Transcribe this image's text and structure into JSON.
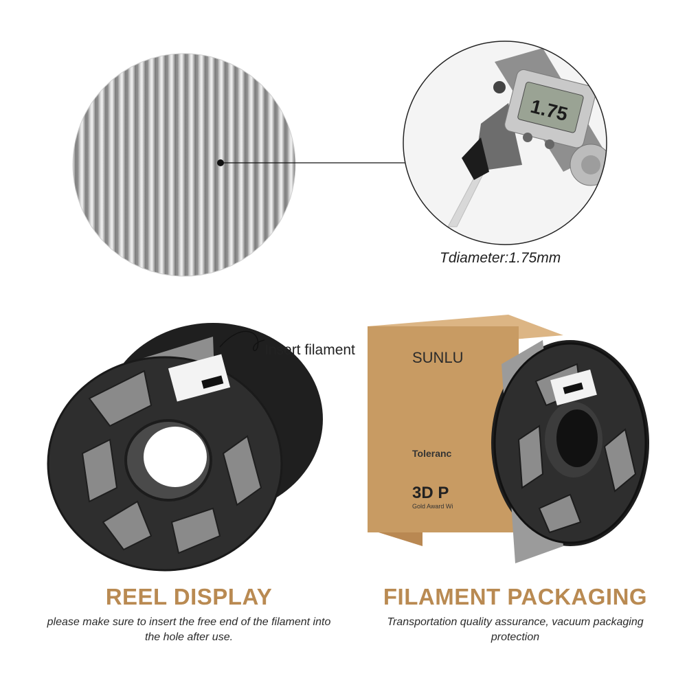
{
  "top": {
    "diameter_label": "Tdiameter:1.75mm",
    "caliper_readout": "1.75"
  },
  "reel": {
    "callout": "Insert filament",
    "title": "REEL DISPLAY",
    "description": "please make sure to insert the free end of the filament into the hole after use."
  },
  "packaging": {
    "brand": "SUNLU",
    "box_text_1": "Toleranc",
    "box_text_2": "3D P",
    "box_text_3": "Gold Award Wi",
    "title": "FILAMENT PACKAGING",
    "description": "Transportation quality assurance, vacuum packaging protection"
  },
  "colors": {
    "accent": "#b98a52",
    "spool": "#2b2b2b",
    "filament": "#a9a9a9",
    "box": "#c79a63"
  }
}
